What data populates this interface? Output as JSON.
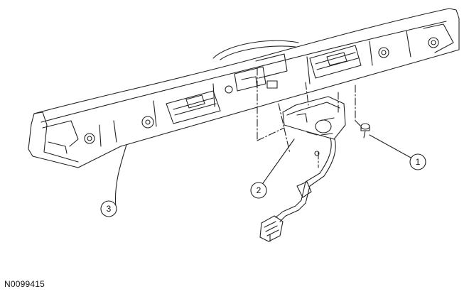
{
  "figure": {
    "id_label": "N0099415",
    "callouts": [
      {
        "number": "1"
      },
      {
        "number": "2"
      },
      {
        "number": "3"
      }
    ]
  }
}
